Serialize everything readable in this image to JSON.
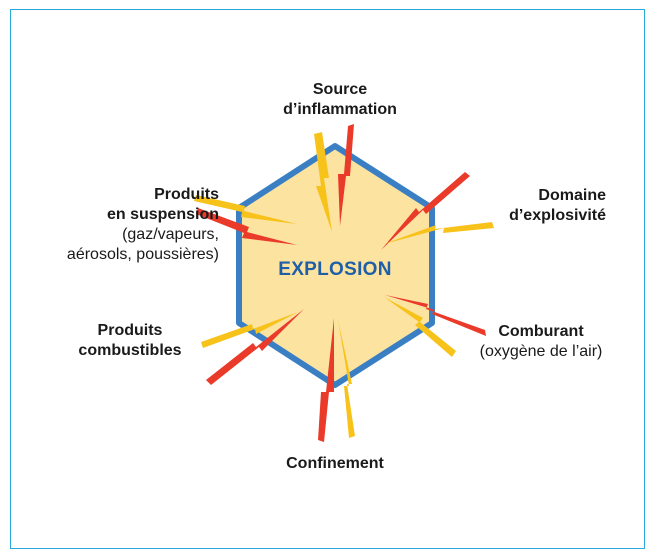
{
  "center": "EXPLOSION",
  "factors": {
    "source": {
      "line1": "Source",
      "line2": "d’inflammation"
    },
    "domaine": {
      "line1": "Domaine",
      "line2": "d’explosivité"
    },
    "comburant": {
      "line1": "Comburant",
      "sub": "(oxygène de l’air)"
    },
    "confinement": {
      "line1": "Confinement"
    },
    "combustibles": {
      "line1": "Produits",
      "line2": "combustibles"
    },
    "suspension": {
      "line1": "Produits",
      "line2": "en suspension",
      "sub1": "(gaz/vapeurs,",
      "sub2": "aérosols, poussières)"
    }
  },
  "colors": {
    "frame": "#29a8dd",
    "hexagon_fill": "#fde3a0",
    "hexagon_stroke": "#3a7fc4",
    "flash_yellow": "#f7c21a",
    "flash_red": "#ea3a2a",
    "center_text": "#1f5fa8"
  }
}
